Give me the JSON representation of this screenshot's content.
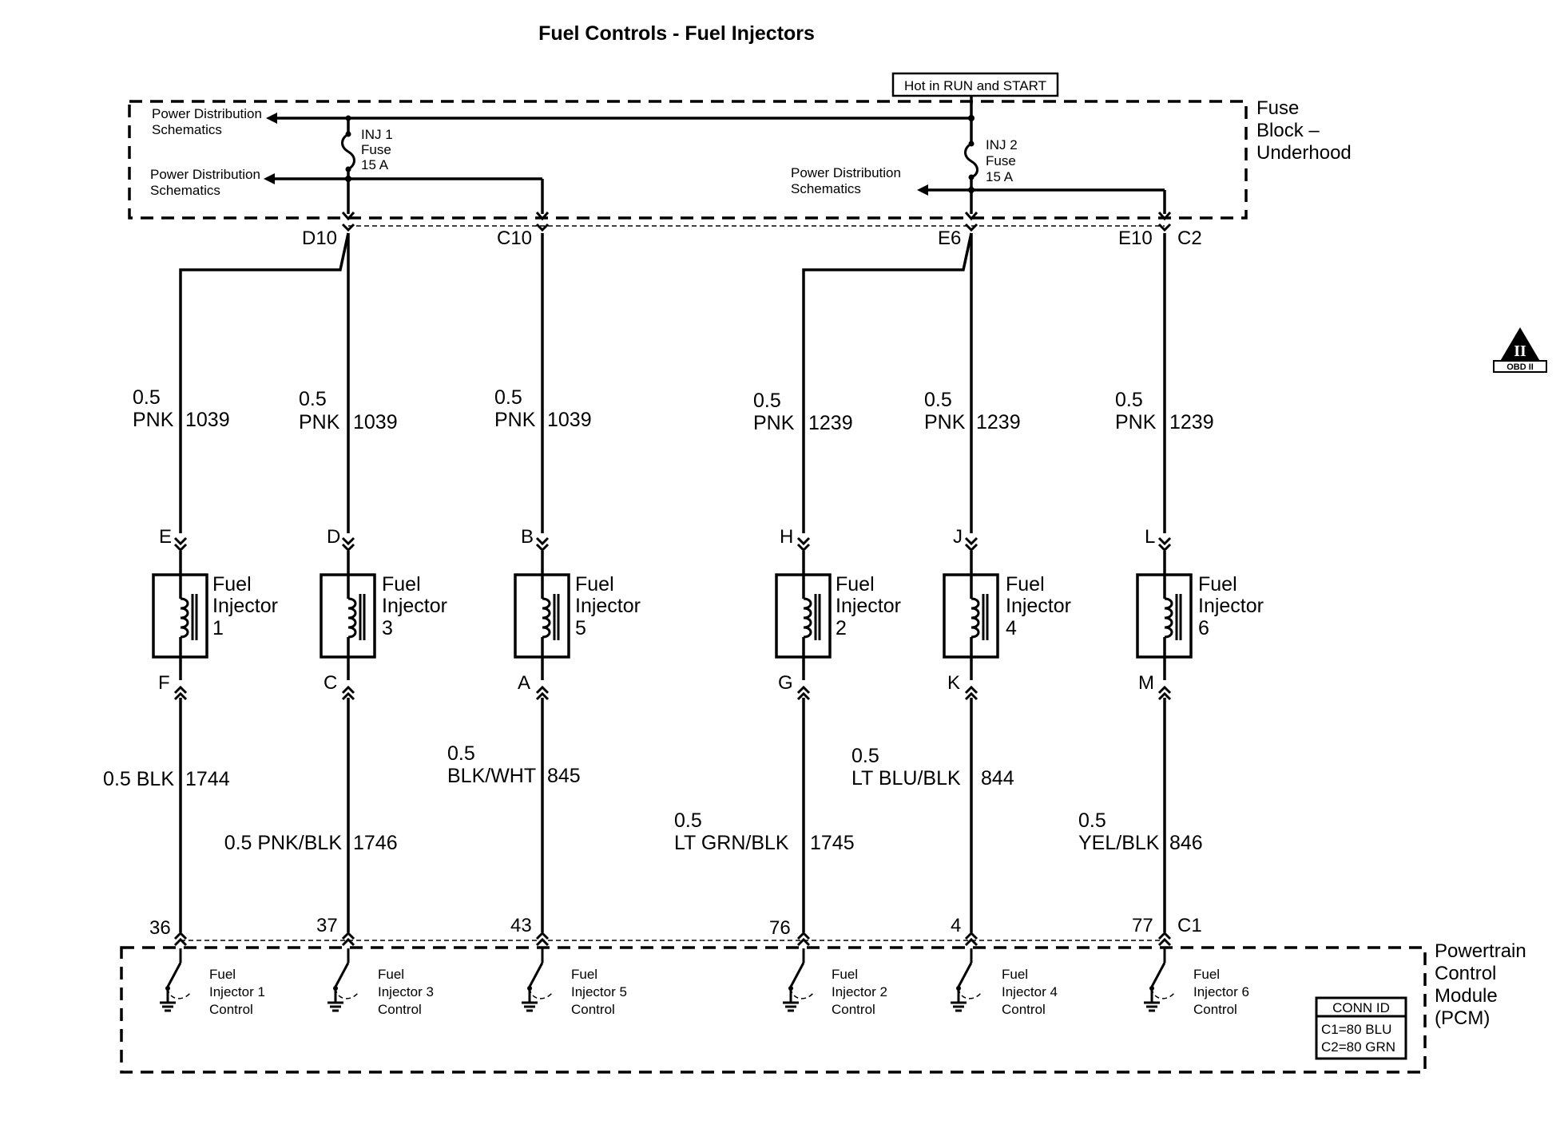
{
  "title": "Fuel Controls - Fuel Injectors",
  "hot_label": "Hot in RUN and START",
  "fuse_block": {
    "lines": [
      "Fuse",
      "Block –",
      "Underhood"
    ]
  },
  "power_dist": {
    "label1": [
      "Power Distribution",
      "Schematics"
    ],
    "label2": [
      "Power Distribution",
      "Schematics"
    ],
    "label3": [
      "Power Distribution",
      "Schematics"
    ]
  },
  "fuses": [
    {
      "lines": [
        "INJ 1",
        "Fuse",
        "15 A"
      ]
    },
    {
      "lines": [
        "INJ 2",
        "Fuse",
        "15 A"
      ]
    }
  ],
  "fuse_pins": {
    "d10": "D10",
    "c10": "C10",
    "e6": "E6",
    "e10": "E10",
    "c2": "C2"
  },
  "supply_wires": [
    {
      "gauge": "0.5",
      "color": "PNK",
      "circuit": "1039"
    },
    {
      "gauge": "0.5",
      "color": "PNK",
      "circuit": "1039"
    },
    {
      "gauge": "0.5",
      "color": "PNK",
      "circuit": "1039"
    },
    {
      "gauge": "0.5",
      "color": "PNK",
      "circuit": "1239"
    },
    {
      "gauge": "0.5",
      "color": "PNK",
      "circuit": "1239"
    },
    {
      "gauge": "0.5",
      "color": "PNK",
      "circuit": "1239"
    }
  ],
  "injectors": [
    {
      "top_pin": "E",
      "bottom_pin": "F",
      "lines": [
        "Fuel",
        "Injector",
        "1"
      ]
    },
    {
      "top_pin": "D",
      "bottom_pin": "C",
      "lines": [
        "Fuel",
        "Injector",
        "3"
      ]
    },
    {
      "top_pin": "B",
      "bottom_pin": "A",
      "lines": [
        "Fuel",
        "Injector",
        "5"
      ]
    },
    {
      "top_pin": "H",
      "bottom_pin": "G",
      "lines": [
        "Fuel",
        "Injector",
        "2"
      ]
    },
    {
      "top_pin": "J",
      "bottom_pin": "K",
      "lines": [
        "Fuel",
        "Injector",
        "4"
      ]
    },
    {
      "top_pin": "L",
      "bottom_pin": "M",
      "lines": [
        "Fuel",
        "Injector",
        "6"
      ]
    }
  ],
  "control_wires": [
    {
      "label_lines": [
        "0.5 BLK"
      ],
      "circuit": "1744"
    },
    {
      "label_lines": [
        "0.5 PNK/BLK"
      ],
      "circuit": "1746"
    },
    {
      "label_lines": [
        "0.5",
        "BLK/WHT"
      ],
      "circuit": "845"
    },
    {
      "label_lines": [
        "0.5",
        "LT GRN/BLK"
      ],
      "circuit": "1745"
    },
    {
      "label_lines": [
        "0.5",
        "LT BLU/BLK"
      ],
      "circuit": "844"
    },
    {
      "label_lines": [
        "0.5",
        "YEL/BLK"
      ],
      "circuit": "846"
    }
  ],
  "pcm_pins": [
    "36",
    "37",
    "43",
    "76",
    "4",
    "77"
  ],
  "pcm_connector": "C1",
  "pcm": {
    "lines": [
      "Powertrain",
      "Control",
      "Module",
      "(PCM)"
    ],
    "drivers": [
      [
        "Fuel",
        "Injector 1",
        "Control"
      ],
      [
        "Fuel",
        "Injector 3",
        "Control"
      ],
      [
        "Fuel",
        "Injector 5",
        "Control"
      ],
      [
        "Fuel",
        "Injector 2",
        "Control"
      ],
      [
        "Fuel",
        "Injector 4",
        "Control"
      ],
      [
        "Fuel",
        "Injector 6",
        "Control"
      ]
    ]
  },
  "conn_id": {
    "header": "CONN ID",
    "lines": [
      "C1=80 BLU",
      "C2=80 GRN"
    ]
  },
  "obd_icon": {
    "name": "obd-ii-icon",
    "glyph": "II",
    "label": "OBD II"
  }
}
